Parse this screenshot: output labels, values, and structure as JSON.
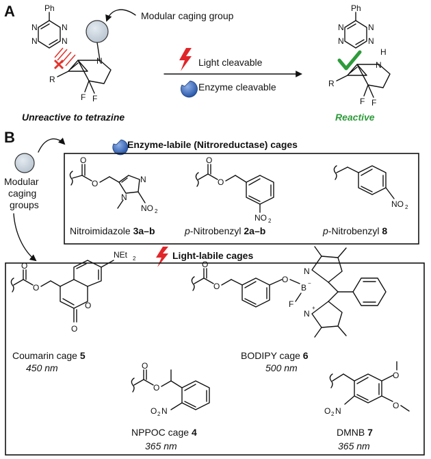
{
  "panels": {
    "a": "A",
    "b": "B"
  },
  "panel_a": {
    "modular_caging_group": "Modular caging group",
    "light_cleavable": "Light cleavable",
    "enzyme_cleavable": "Enzyme cleavable",
    "unreactive": "Unreactive to tetrazine",
    "reactive": "Reactive",
    "ph": "Ph",
    "n": "N",
    "h": "H",
    "r": "R",
    "f": "F"
  },
  "panel_b": {
    "modular_l1": "Modular",
    "modular_l2": "caging",
    "modular_l3": "groups",
    "enzyme_header": "Enzyme-labile (Nitroreductase) cages",
    "light_header": "Light-labile cages",
    "o": "O",
    "n": "N",
    "net2": "NEt",
    "sub2": "2",
    "no2": "NO",
    "o2n": "O",
    "o2n_n": "N",
    "b_minus": "B",
    "minus": "−",
    "plus": "+",
    "f": "F",
    "nitroimidazole_prefix": "Nitroimidazole ",
    "nitroimidazole_id": "3a–b",
    "pnb_p": "p",
    "pnb_name": "-Nitrobenzyl ",
    "pnb_id_a": "2a–b",
    "pnb_id_b": "8",
    "coumarin_name": "Coumarin cage ",
    "coumarin_id": "5",
    "coumarin_nm": "450 nm",
    "bodipy_name": "BODIPY cage ",
    "bodipy_id": "6",
    "bodipy_nm": "500 nm",
    "nppoc_name": "NPPOC cage ",
    "nppoc_id": "4",
    "nppoc_nm": "365 nm",
    "dmnb_name": "DMNB ",
    "dmnb_id": "7",
    "dmnb_nm": "365 nm"
  },
  "colors": {
    "reactive_green": "#2e9b3a",
    "cage_circle_fill": "#c9d3de",
    "enzyme_blue": "#2f63b8",
    "light_red": "#e0262a",
    "block_red": "#e2342c"
  }
}
